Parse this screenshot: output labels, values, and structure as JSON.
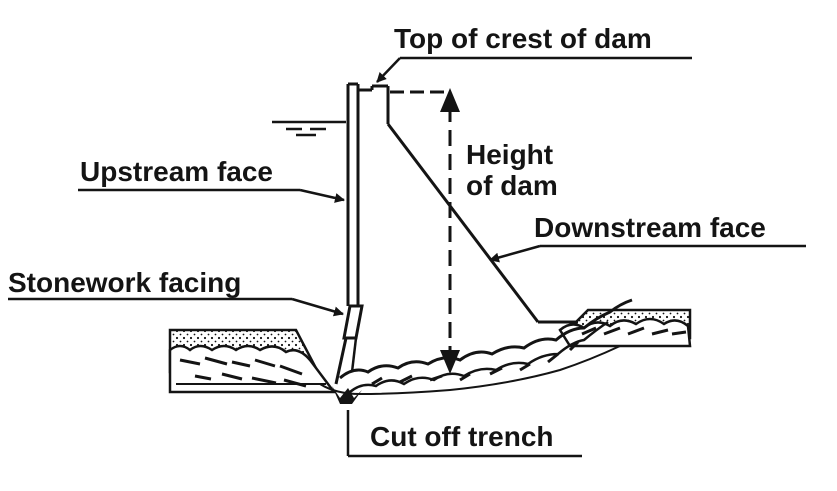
{
  "diagram": {
    "labels": {
      "top_of_crest": "Top of crest of dam",
      "height_line1": "Height",
      "height_line2": "of dam",
      "upstream_face": "Upstream face",
      "downstream_face": "Downstream face",
      "stonework_facing": "Stonework facing",
      "cut_off_trench": "Cut off trench"
    },
    "colors": {
      "ink": "#141414",
      "background": "#ffffff"
    }
  }
}
